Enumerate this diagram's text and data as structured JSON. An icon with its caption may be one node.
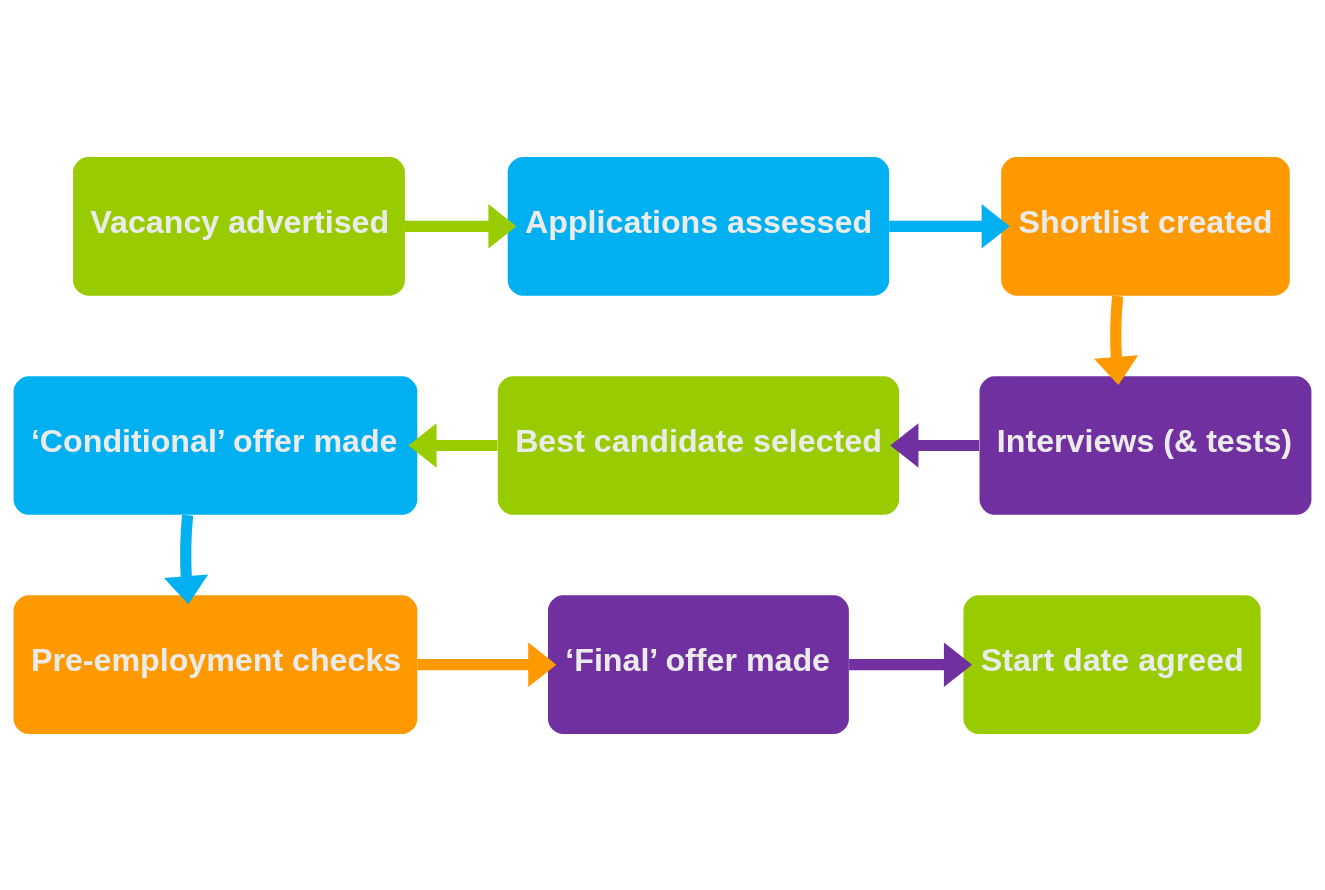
{
  "diagram": {
    "nodes": [
      {
        "text": [
          "Vacancy advertised"
        ]
      },
      {
        "text": [
          "Applications assessed"
        ]
      },
      {
        "text": [
          "Shortlist created"
        ]
      },
      {
        "text": [
          "Interviews (& tests)"
        ]
      },
      {
        "text": [
          "Best candidate selected"
        ]
      },
      {
        "text": [
          "‘Conditional’ offer made"
        ]
      },
      {
        "text": [
          "Pre-employment checks"
        ]
      },
      {
        "text": [
          "‘Final’ offer made"
        ]
      },
      {
        "text": [
          "Start date agreed"
        ]
      }
    ],
    "edges": [
      {
        "from": 0,
        "to": 1,
        "arrow": "to",
        "color": "#99cc00"
      },
      {
        "from": 1,
        "to": 2,
        "arrow": "to",
        "color": "#00b0f0"
      },
      {
        "from": 2,
        "to": 3,
        "arrow": "to",
        "color": "#ff9900"
      },
      {
        "from": 3,
        "to": 4,
        "arrow": "to",
        "color": "#7030a0"
      },
      {
        "from": 4,
        "to": 5,
        "arrow": "to",
        "color": "#99cc00"
      },
      {
        "from": 5,
        "to": 6,
        "arrow": "to",
        "color": "#00b0f0"
      },
      {
        "from": 6,
        "to": 7,
        "arrow": "to",
        "color": "#ff9900"
      },
      {
        "from": 7,
        "to": 8,
        "arrow": "to",
        "color": "#7030a0"
      }
    ]
  }
}
